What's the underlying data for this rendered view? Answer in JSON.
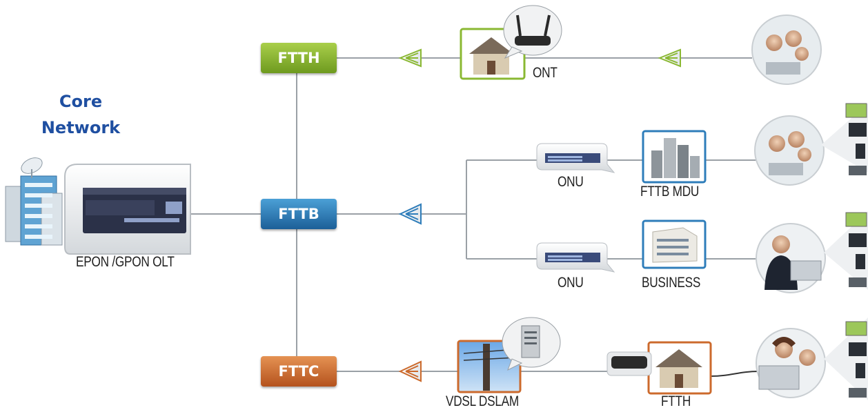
{
  "core_network": {
    "line1": "Core",
    "line2": "Network"
  },
  "olt": {
    "label": "EPON /GPON OLT"
  },
  "segments": {
    "ftth": "FTTH",
    "fttb": "FTTB",
    "fttc": "FTTC"
  },
  "devices": {
    "ont": "ONT",
    "onu_1": "ONU",
    "onu_2": "ONU",
    "fttb_mdu": "FTTB MDU",
    "business": "BUSINESS",
    "vdsl_dslam": "VDSL DSLAM",
    "ftth_home": "FTTH"
  },
  "colors": {
    "ftth": "#8ab832",
    "fttb": "#2e7dba",
    "fttc": "#cc6a2c",
    "title": "#1f4fa1"
  }
}
